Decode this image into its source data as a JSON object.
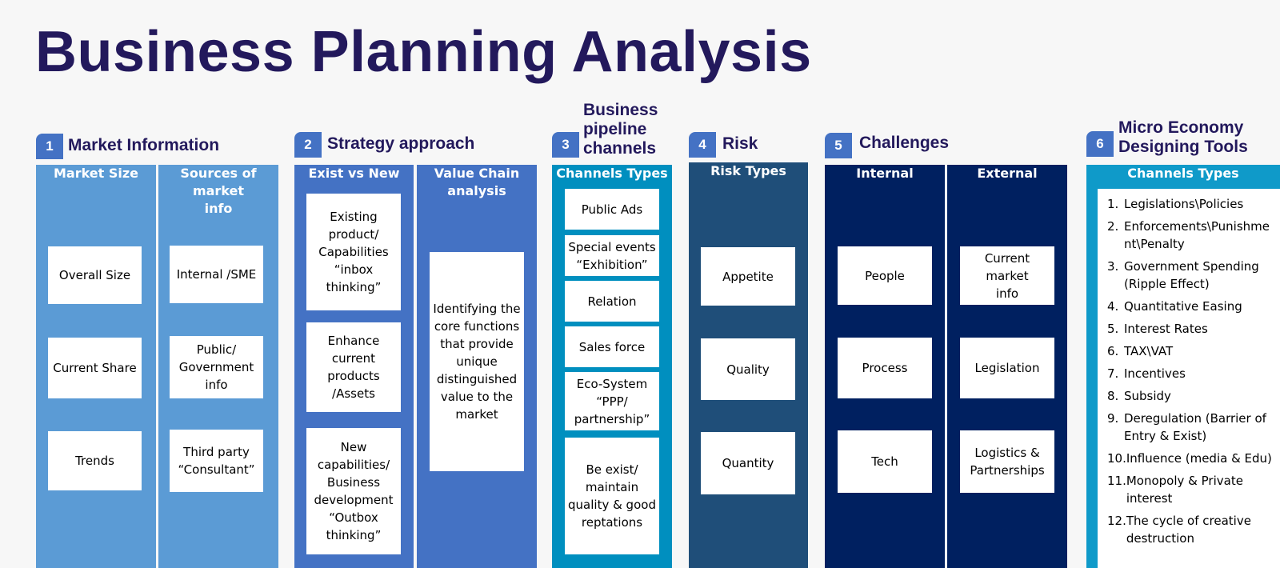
{
  "title": "Business Planning Analysis",
  "colors": {
    "title": "#23195c",
    "badge": "#4472c4",
    "market": "#5b9bd5",
    "strategy": "#4472c4",
    "pipeline": "#008fbf",
    "risk": "#1f4e79",
    "challenges": "#002060",
    "tools": "#0f9ac9"
  },
  "sections": [
    {
      "num": "1",
      "title": "Market Information",
      "columns": [
        {
          "header": "Market Size",
          "boxes": [
            "Overall Size",
            "Current Share",
            "Trends"
          ]
        },
        {
          "header": "Sources of market\ninfo",
          "boxes": [
            "Internal /SME",
            "Public/\nGovernment\ninfo",
            "Third party\n“Consultant”"
          ]
        }
      ]
    },
    {
      "num": "2",
      "title": "Strategy approach",
      "columns": [
        {
          "header": "Exist vs New",
          "boxes": [
            "Existing\nproduct/\nCapabilities\n“inbox\nthinking”",
            "Enhance\ncurrent\nproducts\n/Assets",
            "New\ncapabilities/\nBusiness\ndevelopment\n“Outbox\nthinking”"
          ]
        },
        {
          "header": "Value Chain\nanalysis",
          "boxes": [
            "Identifying the\ncore functions\nthat provide\nunique\ndistinguished\nvalue to the\nmarket"
          ]
        }
      ]
    },
    {
      "num": "3",
      "title": "Business\npipeline\nchannels",
      "columns": [
        {
          "header": "Channels Types",
          "boxes": [
            "Public Ads",
            "Special events\n“Exhibition”",
            "Relation",
            "Sales force",
            "Eco-System\n“PPP/\npartnership”",
            "Be exist/\nmaintain\nquality & good\nreptations"
          ]
        }
      ]
    },
    {
      "num": "4",
      "title": "Risk",
      "columns": [
        {
          "header": "Risk Types",
          "boxes": [
            "Appetite",
            "Quality",
            "Quantity"
          ]
        }
      ]
    },
    {
      "num": "5",
      "title": "Challenges",
      "columns": [
        {
          "header": "Internal",
          "boxes": [
            "People",
            "Process",
            "Tech"
          ]
        },
        {
          "header": "External",
          "boxes": [
            "Current market\ninfo",
            "Legislation",
            "Logistics &\nPartnerships"
          ]
        }
      ]
    },
    {
      "num": "6",
      "title": "Micro Economy\nDesigning Tools",
      "columns": [
        {
          "header": "Channels Types",
          "items": [
            {
              "n": "1.",
              "t": "Legislations\\Policies"
            },
            {
              "n": "2.",
              "t": "Enforcements\\Punishment\\Penalty"
            },
            {
              "n": "3.",
              "t": "Government Spending (Ripple Effect)"
            },
            {
              "n": "4.",
              "t": "Quantitative Easing"
            },
            {
              "n": "5.",
              "t": "Interest Rates"
            },
            {
              "n": "6.",
              "t": "TAX\\VAT"
            },
            {
              "n": "7.",
              "t": "Incentives"
            },
            {
              "n": "8.",
              "t": "Subsidy"
            },
            {
              "n": "9.",
              "t": "Deregulation (Barrier of Entry & Exist)"
            },
            {
              "n": "10.",
              "t": "Influence (media & Edu)"
            },
            {
              "n": "11.",
              "t": "Monopoly & Private interest"
            },
            {
              "n": "12.",
              "t": "The cycle of creative destruction"
            }
          ]
        }
      ]
    }
  ]
}
